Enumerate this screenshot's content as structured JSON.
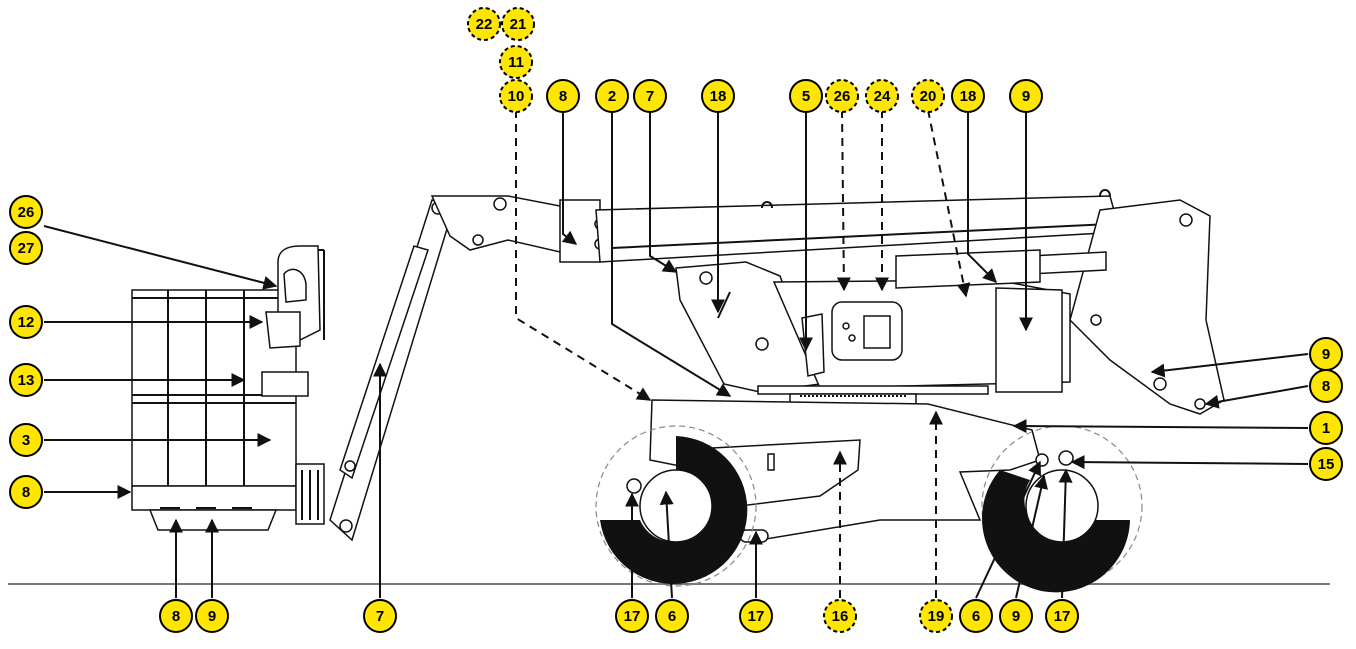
{
  "diagram": {
    "callout_fill": "#ffe600",
    "callout_stroke": "#000000",
    "line_color": "#111111",
    "tire_color": "#111111",
    "callouts": [
      {
        "id": "c-22",
        "label": "22",
        "style": "dashed"
      },
      {
        "id": "c-21",
        "label": "21",
        "style": "dashed"
      },
      {
        "id": "c-11",
        "label": "11",
        "style": "dashed"
      },
      {
        "id": "c-10",
        "label": "10",
        "style": "dashed"
      },
      {
        "id": "c-8-top",
        "label": "8",
        "style": "solid"
      },
      {
        "id": "c-2",
        "label": "2",
        "style": "solid"
      },
      {
        "id": "c-7-top",
        "label": "7",
        "style": "solid"
      },
      {
        "id": "c-18-left",
        "label": "18",
        "style": "solid"
      },
      {
        "id": "c-5",
        "label": "5",
        "style": "solid"
      },
      {
        "id": "c-26-top",
        "label": "26",
        "style": "dashed"
      },
      {
        "id": "c-24",
        "label": "24",
        "style": "dashed"
      },
      {
        "id": "c-20",
        "label": "20",
        "style": "dashed"
      },
      {
        "id": "c-18-right",
        "label": "18",
        "style": "solid"
      },
      {
        "id": "c-9-top",
        "label": "9",
        "style": "solid"
      },
      {
        "id": "c-26-left",
        "label": "26",
        "style": "solid"
      },
      {
        "id": "c-27",
        "label": "27",
        "style": "solid"
      },
      {
        "id": "c-12",
        "label": "12",
        "style": "solid"
      },
      {
        "id": "c-13",
        "label": "13",
        "style": "solid"
      },
      {
        "id": "c-3",
        "label": "3",
        "style": "solid"
      },
      {
        "id": "c-8-left",
        "label": "8",
        "style": "solid"
      },
      {
        "id": "c-9-right",
        "label": "9",
        "style": "solid"
      },
      {
        "id": "c-8-right",
        "label": "8",
        "style": "solid"
      },
      {
        "id": "c-1",
        "label": "1",
        "style": "solid"
      },
      {
        "id": "c-15",
        "label": "15",
        "style": "solid"
      },
      {
        "id": "c-8-bottom",
        "label": "8",
        "style": "solid"
      },
      {
        "id": "c-9-bottom",
        "label": "9",
        "style": "solid"
      },
      {
        "id": "c-7-bottom",
        "label": "7",
        "style": "solid"
      },
      {
        "id": "c-17-a",
        "label": "17",
        "style": "solid"
      },
      {
        "id": "c-6-a",
        "label": "6",
        "style": "solid"
      },
      {
        "id": "c-17-b",
        "label": "17",
        "style": "solid"
      },
      {
        "id": "c-16",
        "label": "16",
        "style": "dashed"
      },
      {
        "id": "c-19",
        "label": "19",
        "style": "dashed"
      },
      {
        "id": "c-6-b",
        "label": "6",
        "style": "solid"
      },
      {
        "id": "c-9-bottom-right",
        "label": "9",
        "style": "solid"
      },
      {
        "id": "c-17-c",
        "label": "17",
        "style": "solid"
      }
    ]
  }
}
